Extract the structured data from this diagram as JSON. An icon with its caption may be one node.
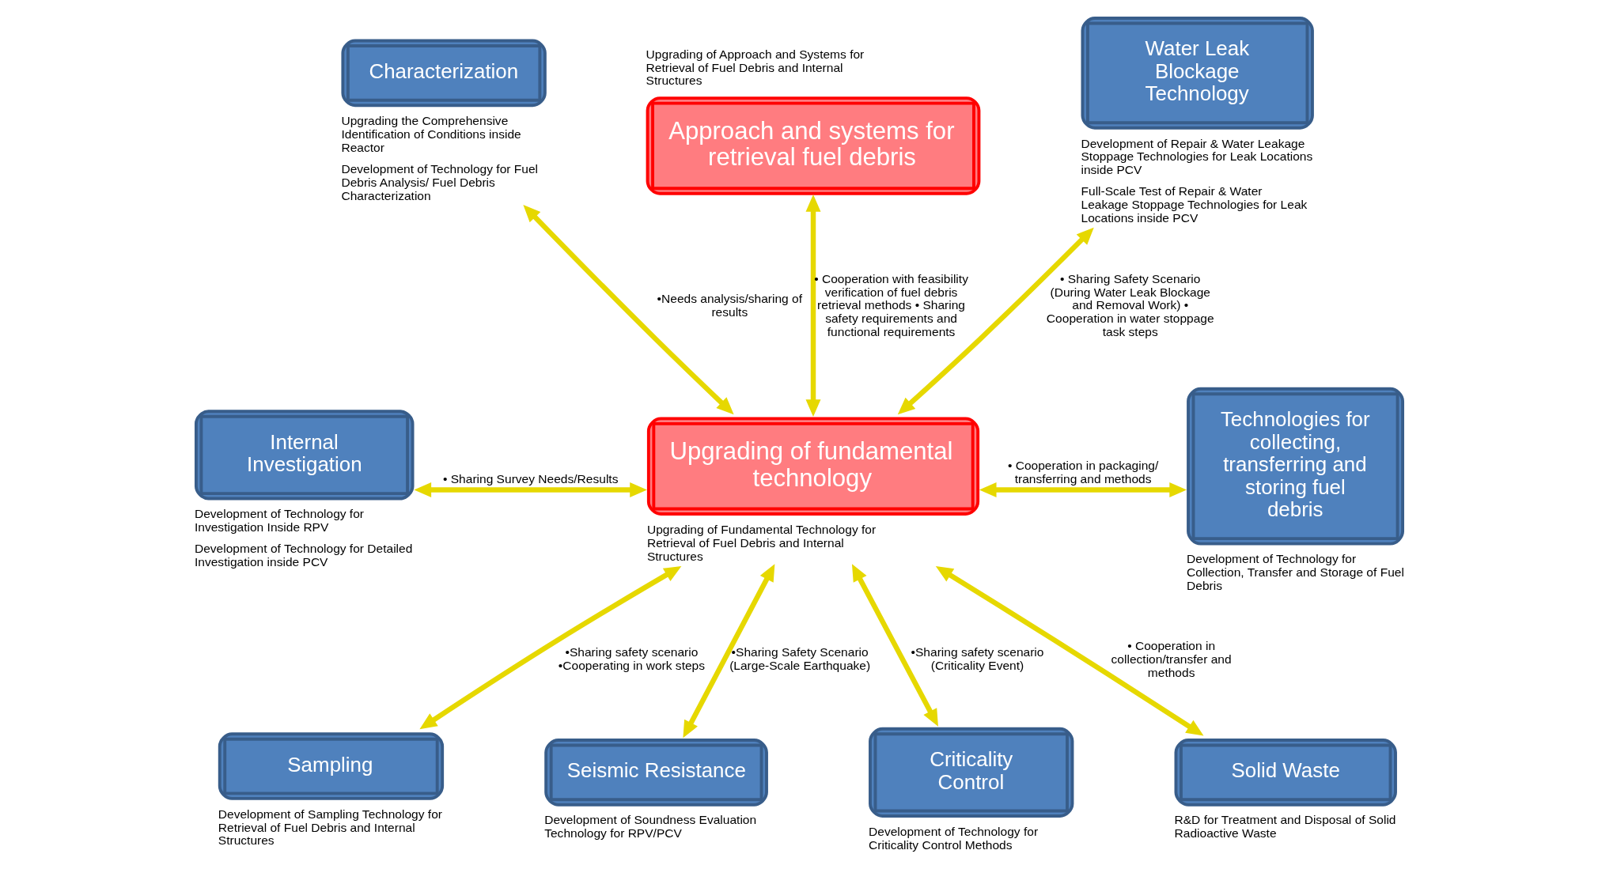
{
  "diagram": {
    "nodes": [
      {
        "text": [
          "Approach and systems for retrieval fuel debris"
        ],
        "beside": [
          "Upgrading of Approach and Systems for Retrieval of Fuel Debris and Internal Structures"
        ]
      },
      {
        "text": [
          "Characterization"
        ],
        "beside": [
          "Upgrading the Comprehensive Identification of Conditions inside Reactor",
          "Development of Technology for Fuel Debris Analysis/ Fuel Debris Characterization"
        ]
      },
      {
        "text": [
          "Water Leak Blockage Technology"
        ],
        "beside": [
          "Development of Repair & Water Leakage Stoppage Technologies for Leak Locations inside PCV",
          "Full-Scale Test of Repair & Water Leakage Stoppage Technologies for Leak Locations inside PCV"
        ]
      },
      {
        "text": [
          "Upgrading of fundamental technology"
        ],
        "beside": [
          "Upgrading of Fundamental Technology for Retrieval of Fuel Debris and Internal Structures"
        ]
      },
      {
        "text": [
          "Internal Investigation"
        ],
        "beside": [
          "Development of Technology for Investigation Inside RPV",
          "Development of Technology for Detailed Investigation inside PCV"
        ]
      },
      {
        "text": [
          "Technologies for collecting, transferring and storing fuel debris"
        ],
        "beside": [
          "Development of Technology for Collection, Transfer and Storage of Fuel Debris"
        ]
      },
      {
        "text": [
          "Sampling"
        ],
        "beside": [
          "Development of Sampling Technology for Retrieval of Fuel Debris and Internal Structures"
        ]
      },
      {
        "text": [
          "Seismic Resistance"
        ],
        "beside": [
          "Development of Soundness Evaluation Technology for RPV/PCV"
        ]
      },
      {
        "text": [
          "Criticality Control"
        ],
        "beside": [
          "Development of Technology for Criticality Control Methods"
        ]
      },
      {
        "text": [
          "Solid Waste"
        ],
        "beside": [
          "R&D for Treatment and Disposal of Solid Radioactive Waste"
        ]
      }
    ],
    "edges": [
      {
        "from": 1,
        "to": 3,
        "arrow": "both",
        "label": "•Needs analysis/sharing of results"
      },
      {
        "from": 0,
        "to": 3,
        "arrow": "both",
        "label": "• Cooperation with feasibility verification of fuel debris retrieval methods • Sharing safety requirements and functional requirements"
      },
      {
        "from": 3,
        "to": 2,
        "arrow": "both",
        "label": "• Sharing Safety Scenario (During Water Leak Blockage and Removal Work) • Cooperation in water stoppage task steps"
      },
      {
        "from": 3,
        "to": 4,
        "arrow": "both",
        "label": "• Sharing Survey Needs/Results"
      },
      {
        "from": 3,
        "to": 5,
        "arrow": "both",
        "label": "• Cooperation in packaging/ transferring and methods"
      },
      {
        "from": 3,
        "to": 6,
        "arrow": "both",
        "label": "•Sharing safety scenario •Cooperating in work steps"
      },
      {
        "from": 3,
        "to": 7,
        "arrow": "both",
        "label": "•Sharing Safety Scenario (Large-Scale Earthquake)"
      },
      {
        "from": 3,
        "to": 8,
        "arrow": "both",
        "label": "•Sharing safety scenario (Criticality Event)"
      },
      {
        "from": 3,
        "to": 9,
        "arrow": "both",
        "label": "• Cooperation in collection/transfer and methods"
      }
    ]
  }
}
